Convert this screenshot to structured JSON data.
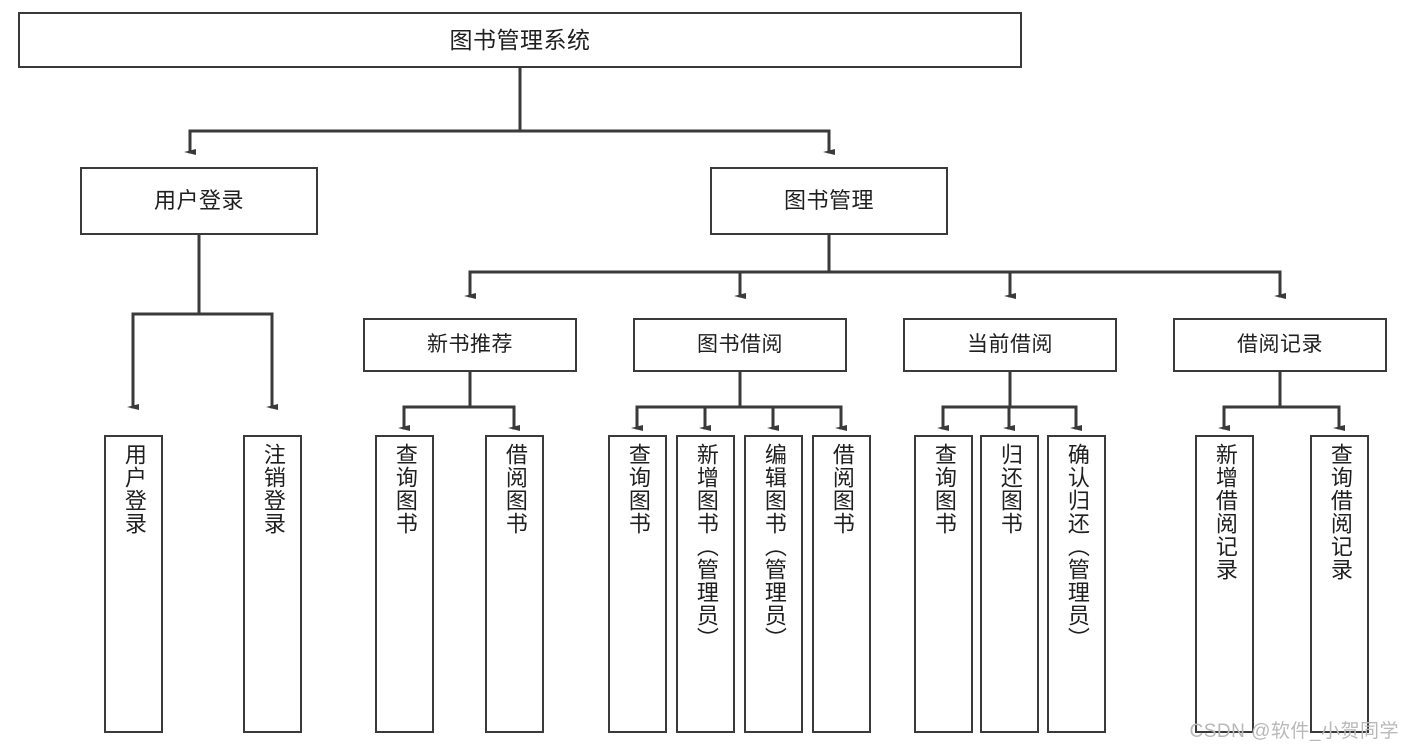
{
  "diagram": {
    "type": "tree-hierarchy",
    "title": "图书管理系统",
    "root": {
      "label": "图书管理系统"
    },
    "level2": [
      {
        "label": "用户登录"
      },
      {
        "label": "图书管理"
      }
    ],
    "level3": [
      {
        "label": "新书推荐"
      },
      {
        "label": "图书借阅"
      },
      {
        "label": "当前借阅"
      },
      {
        "label": "借阅记录"
      }
    ],
    "leaves": {
      "user_login": [
        {
          "label": "用户登录"
        },
        {
          "label": "注销登录"
        }
      ],
      "new_book_recommend": [
        {
          "label": "查询图书"
        },
        {
          "label": "借阅图书"
        }
      ],
      "book_borrow": [
        {
          "label": "查询图书"
        },
        {
          "label": "新增图书（管理员）"
        },
        {
          "label": "编辑图书（管理员）"
        },
        {
          "label": "借阅图书"
        }
      ],
      "current_borrow": [
        {
          "label": "查询图书"
        },
        {
          "label": "归还图书"
        },
        {
          "label": "确认归还（管理员）"
        }
      ],
      "borrow_record": [
        {
          "label": "新增借阅记录"
        },
        {
          "label": "查询借阅记录"
        }
      ]
    }
  },
  "watermark": {
    "text": "CSDN @软件_小贺同学"
  },
  "colors": {
    "stroke": "#3a3a3a",
    "text": "#1f1f1f",
    "background": "#ffffff",
    "watermark": "#b9b9b9"
  }
}
